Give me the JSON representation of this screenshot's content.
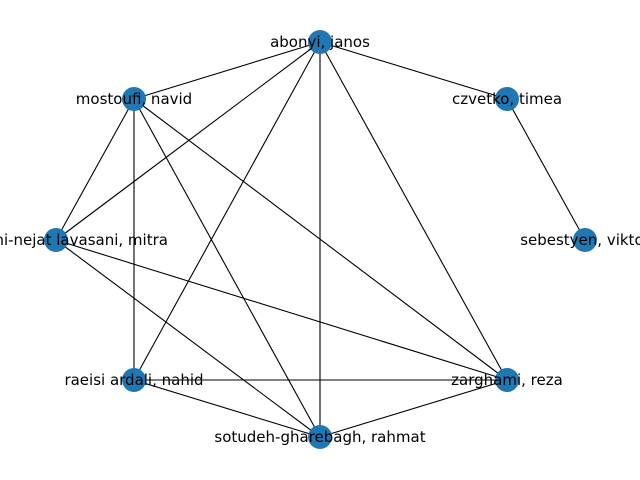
{
  "graph": {
    "node_color": "#1f77b4",
    "edge_color": "#000000",
    "nodes": [
      {
        "id": "abonyi",
        "label": "abonyi, janos"
      },
      {
        "id": "mostoufi",
        "label": "mostoufi, navid"
      },
      {
        "id": "czvetko",
        "label": "czvetko, timea"
      },
      {
        "id": "lavasani",
        "label": "hashemi-nejat lavasani, mitra"
      },
      {
        "id": "sebestyen",
        "label": "sebestyen, viktor"
      },
      {
        "id": "raeisi",
        "label": "raeisi ardali, nahid"
      },
      {
        "id": "zarghami",
        "label": "zarghami, reza"
      },
      {
        "id": "sotudeh",
        "label": "sotudeh-gharebagh, rahmat"
      }
    ],
    "edges": [
      [
        "abonyi",
        "mostoufi"
      ],
      [
        "abonyi",
        "czvetko"
      ],
      [
        "abonyi",
        "lavasani"
      ],
      [
        "abonyi",
        "raeisi"
      ],
      [
        "abonyi",
        "sotudeh"
      ],
      [
        "abonyi",
        "zarghami"
      ],
      [
        "mostoufi",
        "lavasani"
      ],
      [
        "mostoufi",
        "raeisi"
      ],
      [
        "mostoufi",
        "sotudeh"
      ],
      [
        "mostoufi",
        "zarghami"
      ],
      [
        "czvetko",
        "sebestyen"
      ],
      [
        "lavasani",
        "sotudeh"
      ],
      [
        "lavasani",
        "zarghami"
      ],
      [
        "raeisi",
        "zarghami"
      ],
      [
        "raeisi",
        "sotudeh"
      ],
      [
        "sotudeh",
        "zarghami"
      ]
    ]
  }
}
